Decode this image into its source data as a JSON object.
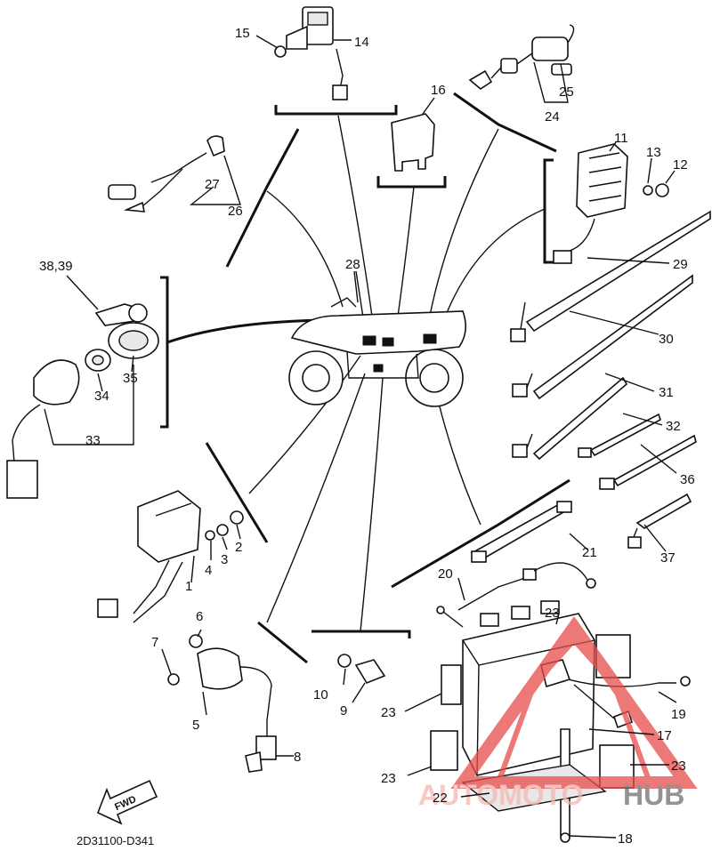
{
  "diagram": {
    "code": "2D31100-D341",
    "fwd_label": "FWD",
    "watermark": {
      "part1": "AUTOMOTO",
      "part2": "HUB",
      "color1": "#f5b7b1",
      "color2": "#6f6f6f",
      "triangle_color": "#e84c4c"
    },
    "callouts": {
      "c1": "1",
      "c2": "2",
      "c3": "3",
      "c4": "4",
      "c5": "5",
      "c6": "6",
      "c7": "7",
      "c8": "8",
      "c9": "9",
      "c10": "10",
      "c11": "11",
      "c12": "12",
      "c13": "13",
      "c14": "14",
      "c15": "15",
      "c16": "16",
      "c17": "17",
      "c18": "18",
      "c19": "19",
      "c20": "20",
      "c21": "21",
      "c22": "22",
      "c23a": "23",
      "c23b": "23",
      "c23c": "23",
      "c23d": "23",
      "c24": "24",
      "c25": "25",
      "c26": "26",
      "c27": "27",
      "c28": "28",
      "c29": "29",
      "c30": "30",
      "c31": "31",
      "c32": "32",
      "c33": "33",
      "c34": "34",
      "c35": "35",
      "c36": "36",
      "c37": "37",
      "c3839": "38,39"
    }
  }
}
